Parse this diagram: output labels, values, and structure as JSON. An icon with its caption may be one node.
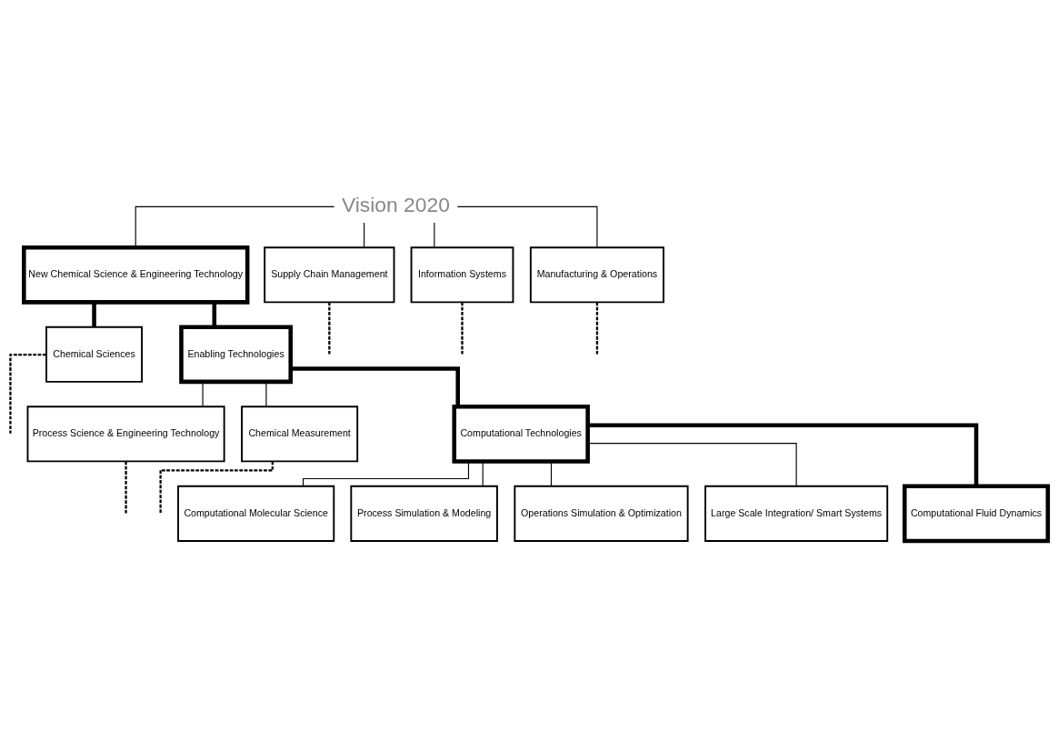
{
  "diagram": {
    "nodes": [
      {
        "text": [
          "Vision 2020"
        ]
      },
      {
        "text": [
          "New Chemical Science & Engineering Technology"
        ]
      },
      {
        "text": [
          "Supply Chain Management"
        ]
      },
      {
        "text": [
          "Information Systems"
        ]
      },
      {
        "text": [
          "Manufacturing & Operations"
        ]
      },
      {
        "text": [
          "Chemical Sciences"
        ]
      },
      {
        "text": [
          "Enabling Technologies"
        ]
      },
      {
        "text": [
          "Process Science & Engineering Technology"
        ]
      },
      {
        "text": [
          "Chemical Measurement"
        ]
      },
      {
        "text": [
          "Computational Technologies"
        ]
      },
      {
        "text": [
          "Computational Molecular Science"
        ]
      },
      {
        "text": [
          "Process Simulation & Modeling"
        ]
      },
      {
        "text": [
          "Operations Simulation & Optimization"
        ]
      },
      {
        "text": [
          "Large Scale Integration/ Smart Systems"
        ]
      },
      {
        "text": [
          "Computational Fluid Dynamics"
        ]
      }
    ],
    "edges": [
      {
        "from": 0,
        "to": 1,
        "arrow": "none"
      },
      {
        "from": 0,
        "to": 2,
        "arrow": "none"
      },
      {
        "from": 0,
        "to": 3,
        "arrow": "none"
      },
      {
        "from": 0,
        "to": 4,
        "arrow": "none"
      },
      {
        "from": 2,
        "to": null,
        "arrow": "none",
        "style": "dashed"
      },
      {
        "from": 3,
        "to": null,
        "arrow": "none",
        "style": "dashed"
      },
      {
        "from": 4,
        "to": null,
        "arrow": "none",
        "style": "dashed"
      },
      {
        "from": 1,
        "to": 5,
        "arrow": "none",
        "style": "thick"
      },
      {
        "from": 1,
        "to": 6,
        "arrow": "none",
        "style": "thick"
      },
      {
        "from": 5,
        "to": null,
        "arrow": "none",
        "style": "dashed"
      },
      {
        "from": 6,
        "to": 7,
        "arrow": "none"
      },
      {
        "from": 6,
        "to": 8,
        "arrow": "none"
      },
      {
        "from": 6,
        "to": 9,
        "arrow": "none",
        "style": "thick"
      },
      {
        "from": 7,
        "to": null,
        "arrow": "none",
        "style": "dashed"
      },
      {
        "from": 8,
        "to": null,
        "arrow": "none",
        "style": "dashed"
      },
      {
        "from": 9,
        "to": 10,
        "arrow": "none"
      },
      {
        "from": 9,
        "to": 11,
        "arrow": "none"
      },
      {
        "from": 9,
        "to": 12,
        "arrow": "none"
      },
      {
        "from": 9,
        "to": 13,
        "arrow": "none"
      },
      {
        "from": 9,
        "to": 14,
        "arrow": "none",
        "style": "thick"
      }
    ]
  }
}
